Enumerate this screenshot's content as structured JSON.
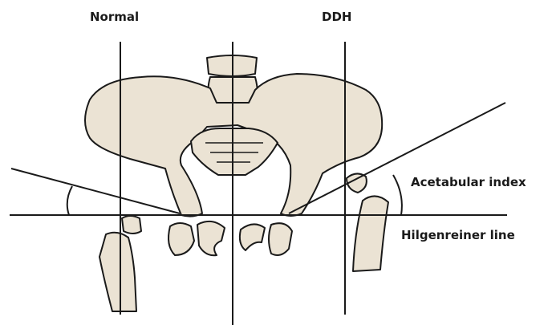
{
  "labels": {
    "normal": "Normal",
    "ddh": "DDH",
    "acetabular_index": "Acetabular index",
    "hilgenreiner_line": "Hilgenreiner line"
  },
  "colors": {
    "bone_fill": "#ebe3d4",
    "outline": "#1a1a1a",
    "background": "#ffffff"
  }
}
